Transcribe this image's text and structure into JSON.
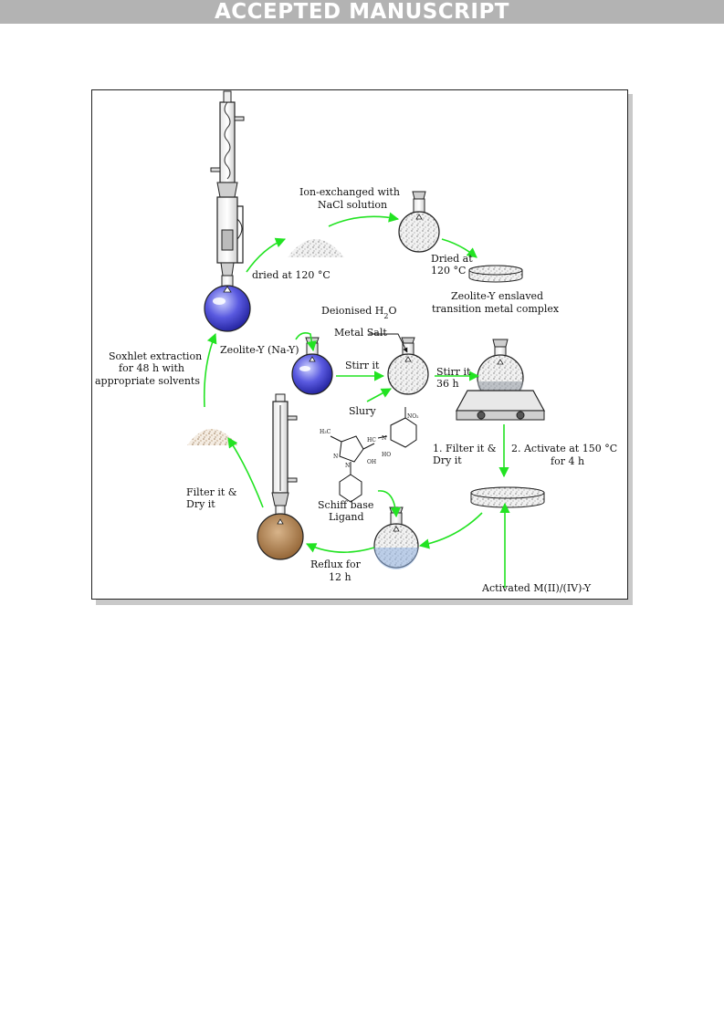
{
  "header": {
    "banner": "ACCEPTED MANUSCRIPT"
  },
  "colors": {
    "arrow": "#22e322",
    "blue_liquid": "#3f3fd6",
    "brown_liquid": "#a0703f",
    "banner_bg": "#b3b3b3"
  },
  "labels": {
    "ion_exchange_1": "Ion-exchanged  with",
    "ion_exchange_2": "NaCl solution",
    "dried_top_1": "Dried  at",
    "dried_top_2": "120  °C",
    "enslaved_1": "Zeolite-Y  enslaved",
    "enslaved_2": "transition  metal  complex",
    "dried_120": "dried  at  120  °C",
    "deionised": "Deionised  H",
    "deionised_sub": "2",
    "deionised_end": "O",
    "zeolite_y": "Zeolite-Y  (Na-Y)",
    "metal_salt": "Metal  Salt",
    "stirr_1": "Stirr  it",
    "stirr_2a": "Stirr  it",
    "stirr_2b": "36  h",
    "slury": "Slury",
    "soxhlet_1": "Soxhlet  extraction",
    "soxhlet_2": "for 48 h with",
    "soxhlet_3": "appropriate  solvents",
    "filter1_1": "1.  Filter  it  &",
    "filter1_2": "Dry  it",
    "activate_1": "2.  Activate   at  150  °C",
    "activate_2": "for  4  h",
    "filter2_1": "Filter  it  &",
    "filter2_2": "Dry  it",
    "schiff_1": "Schiff  base",
    "schiff_2": "Ligand",
    "reflux_1": "Reflux  for",
    "reflux_2": "12  h",
    "activated": "Activated   M(II)/(IV)-Y",
    "chem_h3c": "H₃C",
    "chem_hc": "HC",
    "chem_n1": "N",
    "chem_no2": "NO₂",
    "chem_ho": "HO",
    "chem_n2": "N",
    "chem_n3": "N",
    "chem_oh": "OH"
  }
}
